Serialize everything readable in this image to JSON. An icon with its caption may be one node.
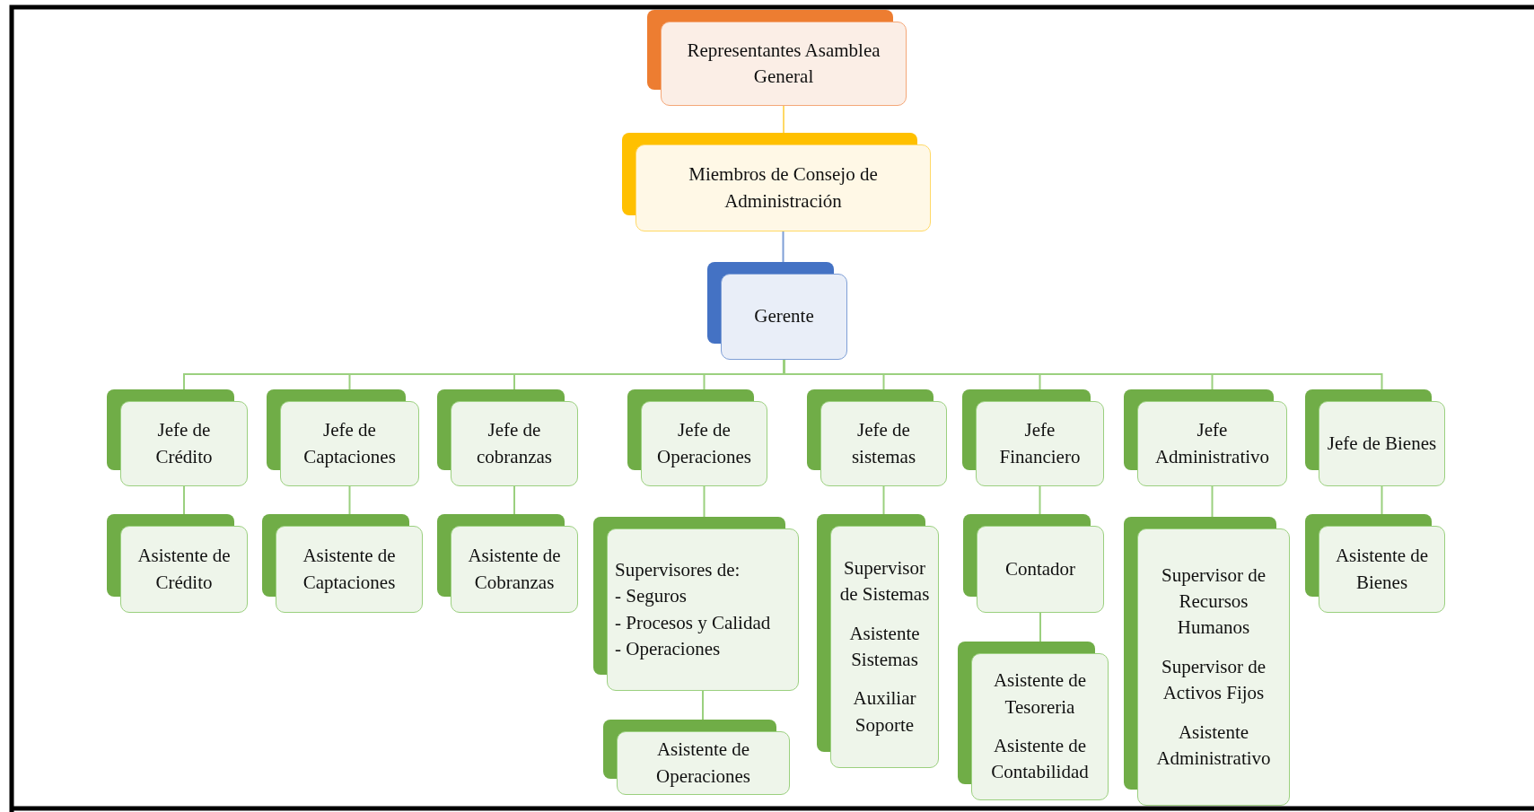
{
  "diagram": {
    "nodes": [
      {
        "text": [
          "Representantes Asamblea General"
        ]
      },
      {
        "text": [
          "Miembros de Consejo de Administración"
        ]
      },
      {
        "text": [
          "Gerente"
        ]
      },
      {
        "text": [
          "Jefe de Crédito"
        ]
      },
      {
        "text": [
          "Jefe de Captaciones"
        ]
      },
      {
        "text": [
          "Jefe de cobranzas"
        ]
      },
      {
        "text": [
          "Jefe de Operaciones"
        ]
      },
      {
        "text": [
          "Jefe de sistemas"
        ]
      },
      {
        "text": [
          "Jefe Financiero"
        ]
      },
      {
        "text": [
          "Jefe Administrativo"
        ]
      },
      {
        "text": [
          "Jefe de Bienes"
        ]
      },
      {
        "text": [
          "Asistente de Crédito"
        ]
      },
      {
        "text": [
          "Asistente de Captaciones"
        ]
      },
      {
        "text": [
          "Asistente de Cobranzas"
        ]
      },
      {
        "text": [
          "Supervisores de:",
          "- Seguros",
          "- Procesos y Calidad",
          "- Operaciones"
        ]
      },
      {
        "text": [
          "Supervisor de Sistemas",
          "Asistente Sistemas",
          "Auxiliar Soporte"
        ]
      },
      {
        "text": [
          "Contador"
        ]
      },
      {
        "text": [
          "Supervisor de Recursos Humanos",
          "Supervisor de Activos Fijos",
          "Asistente Administrativo"
        ]
      },
      {
        "text": [
          "Asistente de Bienes"
        ]
      },
      {
        "text": [
          "Asistente de Operaciones"
        ]
      },
      {
        "text": [
          "Asistente de Tesoreria",
          "Asistente de Contabilidad"
        ]
      }
    ],
    "edges": [
      {
        "from": 0,
        "to": 1,
        "arrow": "none",
        "color": "#ffd966"
      },
      {
        "from": 1,
        "to": 2,
        "arrow": "none",
        "color": "#7f9fd6"
      },
      {
        "from": 2,
        "to": 3,
        "arrow": "none"
      },
      {
        "from": 2,
        "to": 4,
        "arrow": "none"
      },
      {
        "from": 2,
        "to": 5,
        "arrow": "none"
      },
      {
        "from": 2,
        "to": 6,
        "arrow": "none"
      },
      {
        "from": 2,
        "to": 7,
        "arrow": "none"
      },
      {
        "from": 2,
        "to": 8,
        "arrow": "none"
      },
      {
        "from": 2,
        "to": 9,
        "arrow": "none"
      },
      {
        "from": 2,
        "to": 10,
        "arrow": "none"
      },
      {
        "from": 3,
        "to": 11,
        "arrow": "none"
      },
      {
        "from": 4,
        "to": 12,
        "arrow": "none"
      },
      {
        "from": 5,
        "to": 13,
        "arrow": "none"
      },
      {
        "from": 6,
        "to": 14,
        "arrow": "none"
      },
      {
        "from": 7,
        "to": 15,
        "arrow": "none"
      },
      {
        "from": 8,
        "to": 16,
        "arrow": "none"
      },
      {
        "from": 9,
        "to": 17,
        "arrow": "none"
      },
      {
        "from": 10,
        "to": 18,
        "arrow": "none"
      },
      {
        "from": 14,
        "to": 19,
        "arrow": "none"
      },
      {
        "from": 16,
        "to": 20,
        "arrow": "none"
      }
    ]
  }
}
